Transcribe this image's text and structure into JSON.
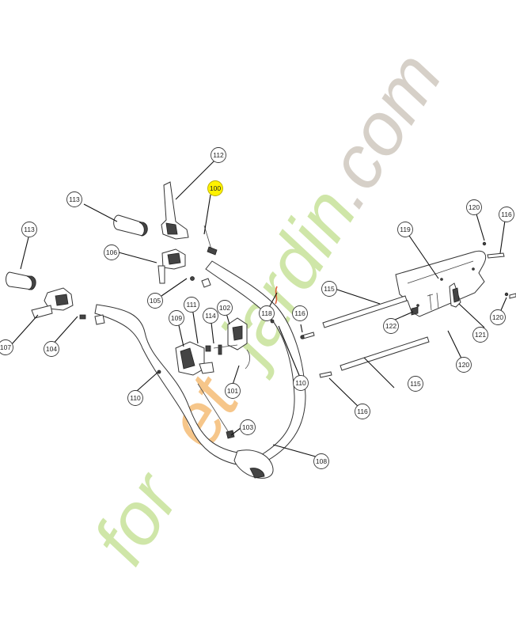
{
  "watermark": {
    "brand_part1": "for",
    "brand_part2": "et",
    "brand_part3": "jardin",
    "brand_part4": ".com",
    "green": "#cfe6a8",
    "orange": "#f6c68a",
    "gray": "#d6d0c8"
  },
  "callouts": [
    {
      "id": "100",
      "label": "100",
      "highlight": true
    },
    {
      "id": "101",
      "label": "101"
    },
    {
      "id": "102",
      "label": "102"
    },
    {
      "id": "103",
      "label": "103"
    },
    {
      "id": "104",
      "label": "104"
    },
    {
      "id": "105",
      "label": "105"
    },
    {
      "id": "106",
      "label": "106"
    },
    {
      "id": "107",
      "label": "107"
    },
    {
      "id": "108",
      "label": "108"
    },
    {
      "id": "109",
      "label": "109"
    },
    {
      "id": "110a",
      "label": "110"
    },
    {
      "id": "110b",
      "label": "110"
    },
    {
      "id": "111",
      "label": "111"
    },
    {
      "id": "112",
      "label": "112"
    },
    {
      "id": "113a",
      "label": "113"
    },
    {
      "id": "113b",
      "label": "113"
    },
    {
      "id": "114",
      "label": "114"
    },
    {
      "id": "115a",
      "label": "115"
    },
    {
      "id": "115b",
      "label": "115"
    },
    {
      "id": "116a",
      "label": "116"
    },
    {
      "id": "116b",
      "label": "116"
    },
    {
      "id": "116c",
      "label": "116"
    },
    {
      "id": "118",
      "label": "118"
    },
    {
      "id": "119",
      "label": "119"
    },
    {
      "id": "120a",
      "label": "120"
    },
    {
      "id": "120b",
      "label": "120"
    },
    {
      "id": "120c",
      "label": "120"
    },
    {
      "id": "121",
      "label": "121"
    },
    {
      "id": "122",
      "label": "122"
    }
  ],
  "colors": {
    "highlight": "#fff200",
    "cable_accent": "#e0603a"
  }
}
